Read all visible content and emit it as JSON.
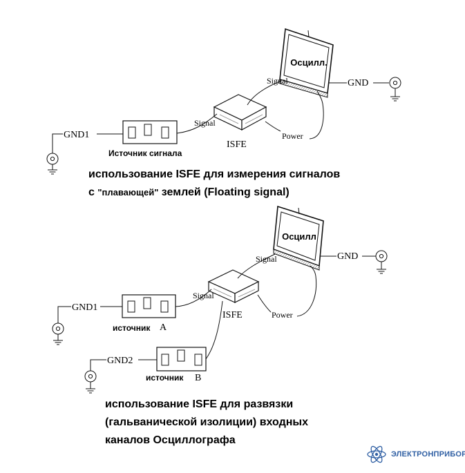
{
  "diagram1": {
    "monitor_label": "Осцилл.",
    "signal_top": "Signal",
    "gnd_right": "GND",
    "signal_left": "Signal",
    "isfe": "ISFE",
    "power": "Power",
    "gnd1": "GND1",
    "source_label": "Источник сигнала",
    "caption_line1": "использование ISFE для измерения сигналов",
    "caption_line2_a": "с ",
    "caption_line2_quoted": "\"плавающей\"",
    "caption_line2_b": " землей (Floating signal)"
  },
  "diagram2": {
    "monitor_label": "Осцилл",
    "signal_top": "Signal",
    "gnd_right": "GND",
    "signal_left": "Signal",
    "isfe": "ISFE",
    "power": "Power",
    "gnd1": "GND1",
    "gnd2": "GND2",
    "source_a_label": "источник",
    "source_a_letter": "A",
    "source_b_label": "источник",
    "source_b_letter": "B",
    "caption_lines": [
      "использование ISFE для развязки",
      "(гальванической изолиции) входных",
      "каналов Осциллографа"
    ]
  },
  "brand": {
    "name": "ЭЛЕКТРОНПРИБОР",
    "logo_icon": "atom-icon",
    "color": "#2f5fa3"
  }
}
